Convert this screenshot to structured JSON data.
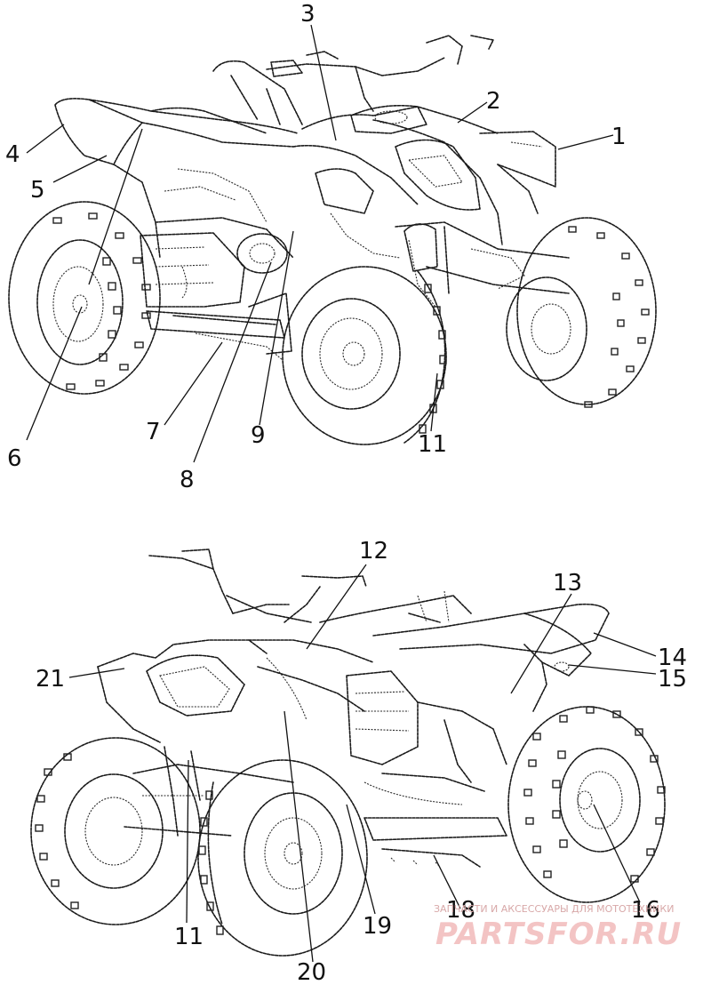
{
  "callouts": {
    "c1": "1",
    "c2": "2",
    "c3": "3",
    "c4": "4",
    "c5": "5",
    "c6": "6",
    "c7": "7",
    "c8": "8",
    "c9": "9",
    "c11a": "11",
    "c12": "12",
    "c13": "13",
    "c14": "14",
    "c15": "15",
    "c16": "16",
    "c18": "18",
    "c19": "19",
    "c20": "20",
    "c21": "21",
    "c11b": "11"
  },
  "watermark": {
    "caption": "ЗАПЧАСТИ И АКСЕССУАРЫ ДЛЯ МОТОТЕХНИКИ",
    "brand": "PARTSFOR.RU"
  }
}
